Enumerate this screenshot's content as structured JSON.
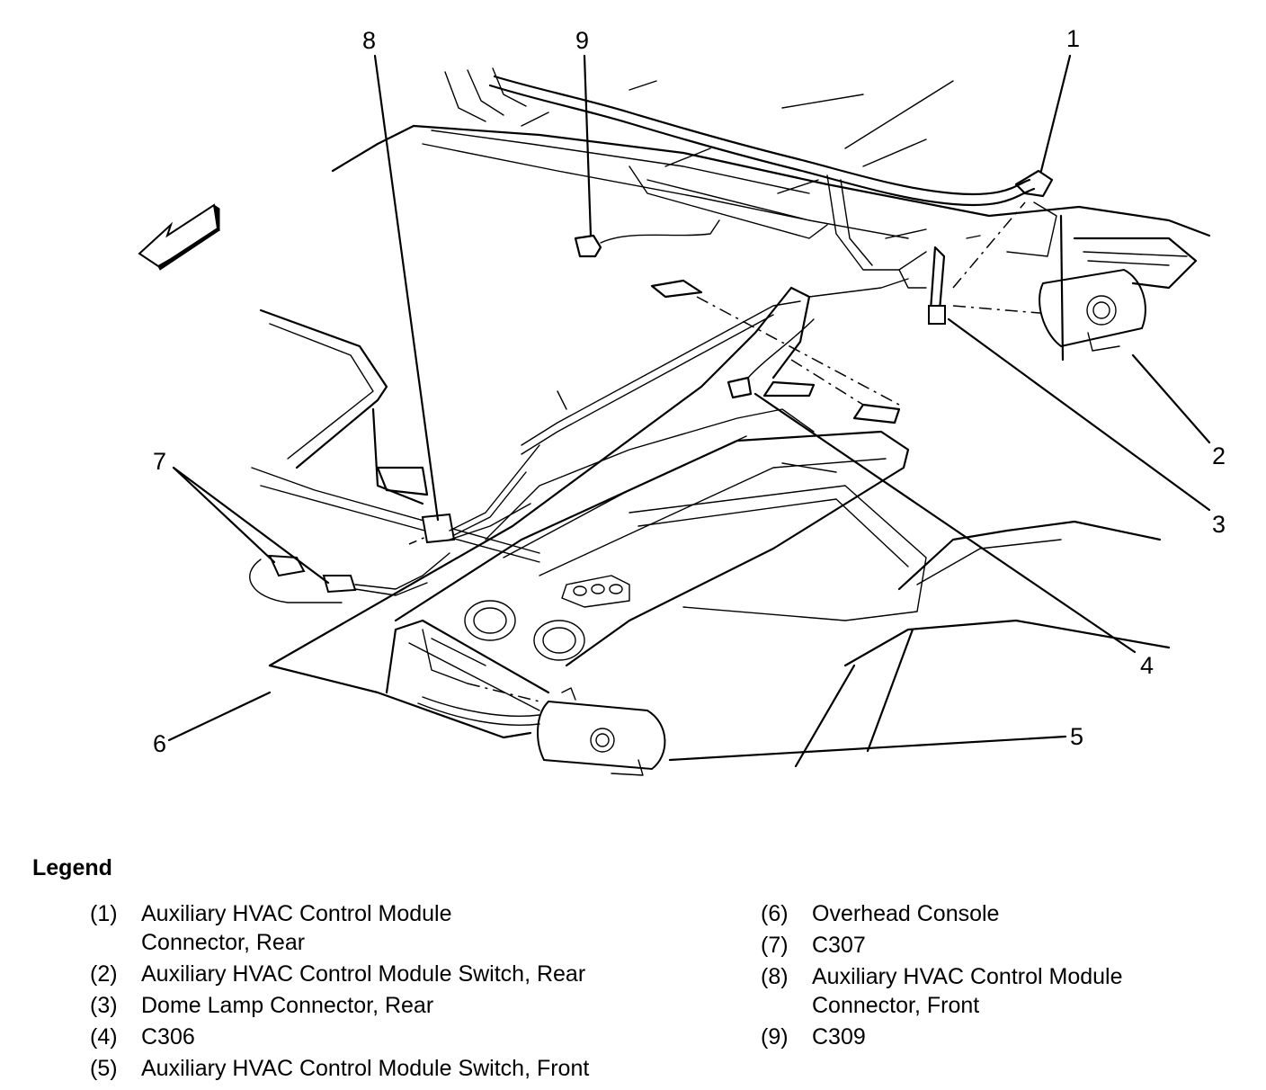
{
  "callouts": [
    "1",
    "2",
    "3",
    "4",
    "5",
    "6",
    "7",
    "8",
    "9"
  ],
  "legend": {
    "title": "Legend",
    "left": [
      {
        "num": "(1)",
        "lines": [
          "Auxiliary HVAC Control Module",
          "Connector, Rear"
        ]
      },
      {
        "num": "(2)",
        "lines": [
          "Auxiliary HVAC Control Module Switch, Rear"
        ]
      },
      {
        "num": "(3)",
        "lines": [
          "Dome Lamp Connector, Rear"
        ]
      },
      {
        "num": "(4)",
        "lines": [
          "C306"
        ]
      },
      {
        "num": "(5)",
        "lines": [
          "Auxiliary HVAC Control Module Switch, Front"
        ]
      }
    ],
    "right": [
      {
        "num": "(6)",
        "lines": [
          "Overhead Console"
        ]
      },
      {
        "num": "(7)",
        "lines": [
          "C307"
        ]
      },
      {
        "num": "(8)",
        "lines": [
          "Auxiliary HVAC Control Module",
          "Connector, Front"
        ]
      },
      {
        "num": "(9)",
        "lines": [
          "C309"
        ]
      }
    ]
  }
}
